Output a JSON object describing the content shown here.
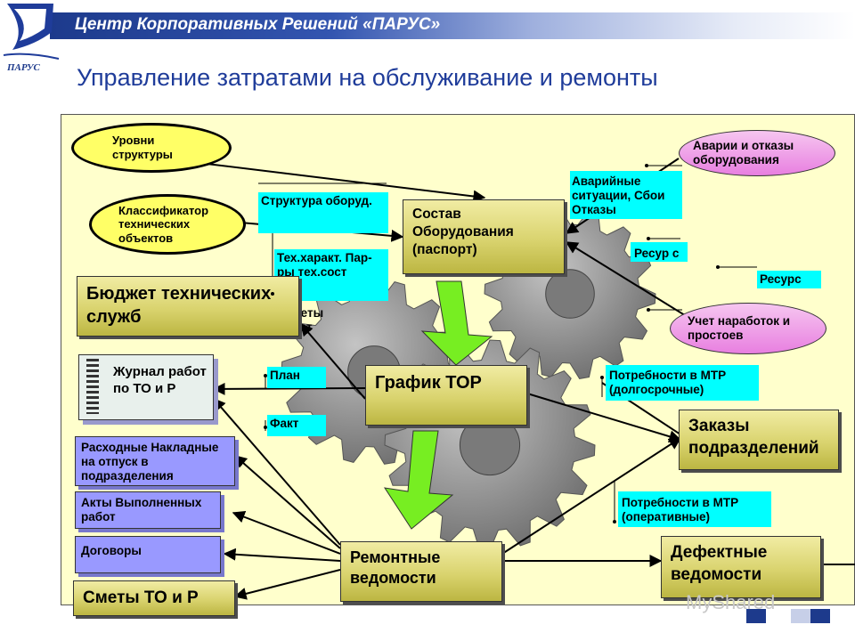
{
  "header": {
    "title": "Центр Корпоративных Решений «ПАРУС»"
  },
  "logo": {
    "text": "ПАРУС"
  },
  "page_title": "Управление затратами на обслуживание и ремонты",
  "nodes": {
    "levels": "Уровни структуры",
    "classifier": "Классификатор технических объектов",
    "equipment_structure": "Структура оборуд.",
    "tech_params": "Тех.характ. Пар-ры тех.сост",
    "work_templates": "Макеты работ",
    "composition": "Состав Оборудования (паспорт)",
    "emergency": "Аварийные ситуации, Сбои Отказы",
    "accidents": "Аварии и отказы оборудования",
    "resource_small": "Ресур с",
    "resource": "Ресурс",
    "runtime": "Учет наработок и простоев",
    "budget": "Бюджет технических служб",
    "journal": "Журнал работ по ТО и Р",
    "plan": "План",
    "fact": "Факт",
    "schedule": "График ТОР",
    "mtr_long": "Потребности в МТР (долгосрочные)",
    "orders": "Заказы подразделений",
    "invoices": "Расходные Накладные на отпуск в подразделения",
    "acts": "Акты Выполненных работ",
    "contracts": "Договоры",
    "estimates": "Сметы ТО и Р",
    "repair": "Ремонтные ведомости",
    "mtr_oper": "Потребности в МТР (оперативные)",
    "defects": "Дефектные ведомости"
  },
  "watermark": "MyShared",
  "colors": {
    "olive": "#d9d36e",
    "cyan": "#00ffff",
    "doc": "#9999ff",
    "yellow": "#ffff66",
    "pink": "#e87fe0",
    "title": "#1f3c9a",
    "gear": "#9a9a9a",
    "arrow": "#77ee22"
  }
}
